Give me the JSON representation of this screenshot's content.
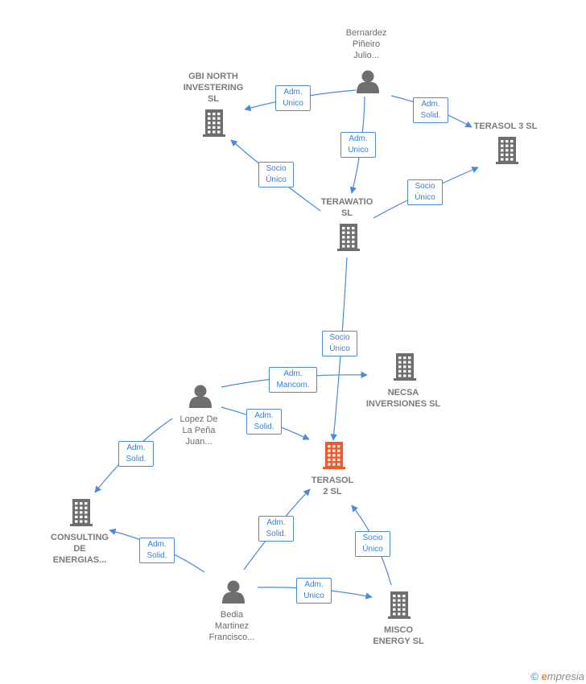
{
  "colors": {
    "edge": "#4a8ad8",
    "building": "#6e6e6e",
    "building_focus": "#ee5a2a",
    "person": "#6e6e6e"
  },
  "nodes": {
    "bernardez": {
      "label": "Bernardez\nPiñeiro\nJulio...",
      "type": "person-icon"
    },
    "gbi": {
      "label": "GBI NORTH\nINVESTERING\nSL",
      "type": "building-icon"
    },
    "terasol3": {
      "label": "TERASOL 3  SL",
      "type": "building-icon"
    },
    "terawatio": {
      "label": "TERAWATIO\nSL",
      "type": "building-icon"
    },
    "necsa": {
      "label": "NECSA\nINVERSIONES SL",
      "type": "building-icon"
    },
    "lopez": {
      "label": "Lopez De\nLa Peña\nJuan...",
      "type": "person-icon"
    },
    "terasol2": {
      "label": "TERASOL\n2  SL",
      "type": "building-icon"
    },
    "consulting": {
      "label": "CONSULTING\nDE\nENERGIAS...",
      "type": "building-icon"
    },
    "bedia": {
      "label": "Bedia\nMartinez\nFrancisco...",
      "type": "person-icon"
    },
    "misco": {
      "label": "MISCO\nENERGY  SL",
      "type": "building-icon"
    }
  },
  "edges": {
    "bernardez_gbi": "Adm.\nUnico",
    "bernardez_terasol3": "Adm.\nSolid.",
    "bernardez_terawatio": "Adm.\nUnico",
    "terawatio_gbi": "Socio\nÚnico",
    "terawatio_terasol3": "Socio\nÚnico",
    "terawatio_terasol2": "Socio\nÚnico",
    "lopez_necsa": "Adm.\nMancom.",
    "lopez_terasol2": "Adm.\nSolid.",
    "lopez_consulting": "Adm.\nSolid.",
    "bedia_consulting": "Adm.\nSolid.",
    "bedia_terasol2": "Adm.\nSolid.",
    "bedia_misco": "Adm.\nUnico",
    "misco_terasol2": "Socio\nÚnico"
  },
  "footer": {
    "copyright": "©",
    "brand_e": "e",
    "brand_rest": "mpresia"
  }
}
